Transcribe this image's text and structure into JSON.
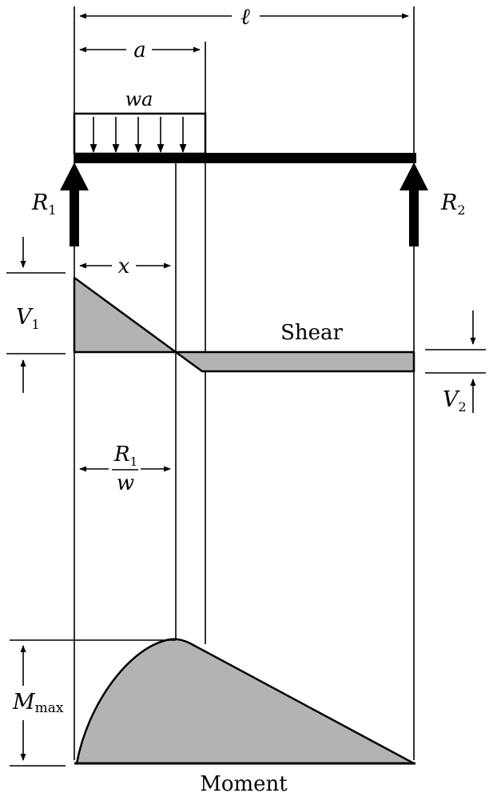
{
  "labels": {
    "span": "ℓ",
    "load_length": "a",
    "load": "wa",
    "reaction_left": "R",
    "reaction_left_sub": "1",
    "reaction_right": "R",
    "reaction_right_sub": "2",
    "x_dim": "x",
    "shear_left": "V",
    "shear_left_sub": "1",
    "shear_right": "V",
    "shear_right_sub": "2",
    "shear_title": "Shear",
    "zero_num": "R",
    "zero_num_sub": "1",
    "zero_den": "w",
    "moment_max": "M",
    "moment_max_sub": "max",
    "moment_title": "Moment"
  },
  "colors": {
    "diagram_fill": "#b3b3b3",
    "line": "#000000"
  }
}
